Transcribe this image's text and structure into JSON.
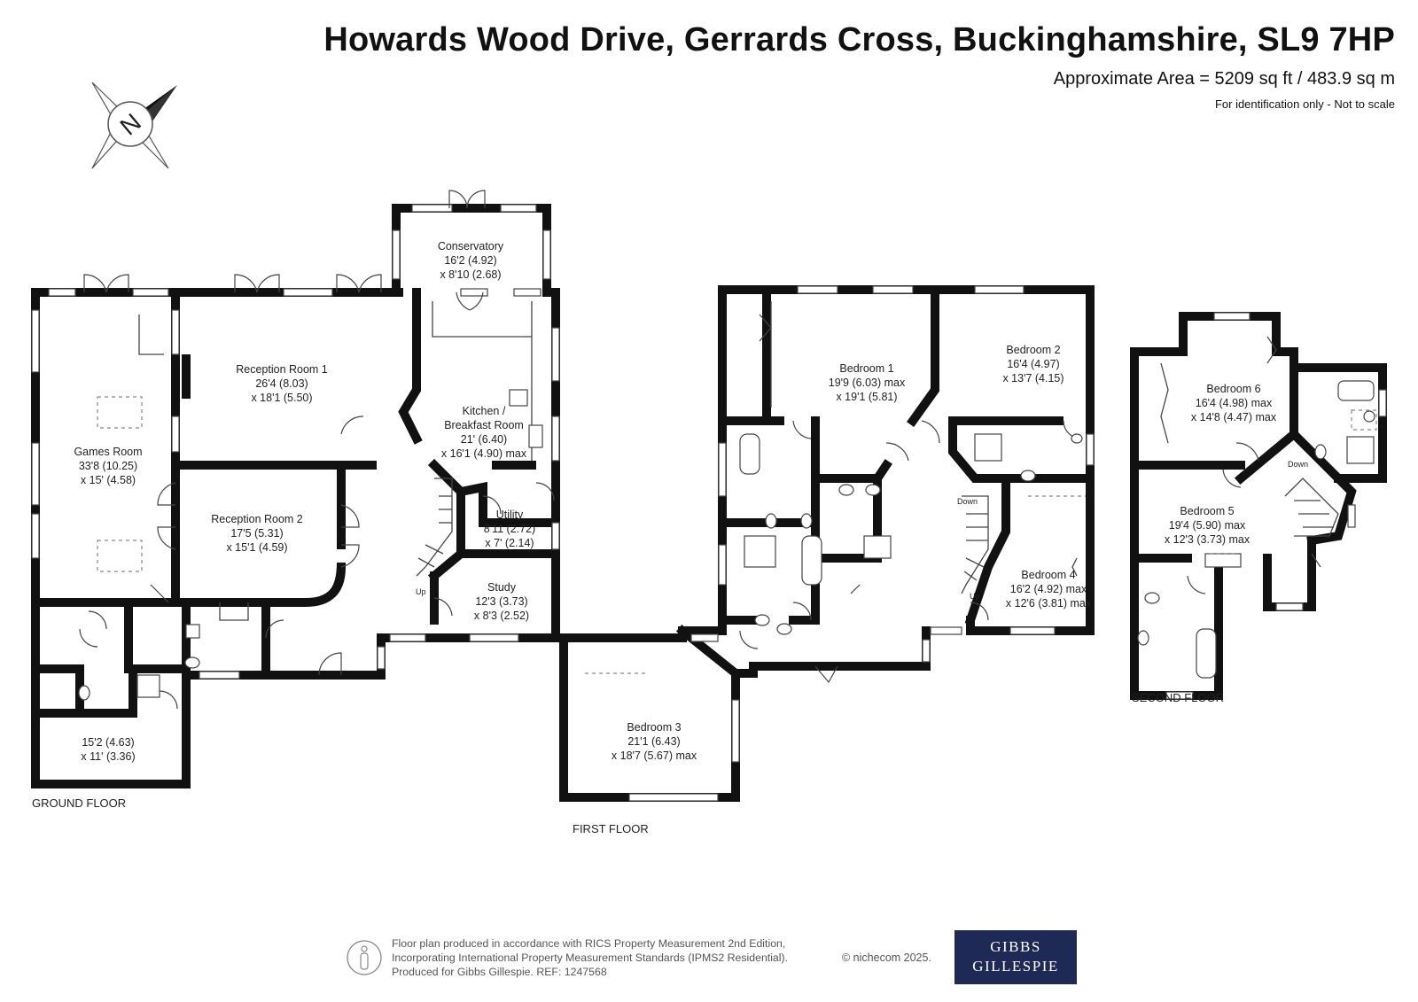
{
  "header": {
    "title": "Howards Wood Drive, Gerrards Cross, Buckinghamshire, SL9 7HP",
    "area": "Approximate Area = 5209 sq ft / 483.9 sq m",
    "note": "For identification only - Not to scale"
  },
  "compass": {
    "letter": "N",
    "icon": "compass-rose-icon"
  },
  "floors": {
    "ground": {
      "label": "GROUND FLOOR",
      "rooms": {
        "games": {
          "name": "Games Room",
          "dim1": "33'8 (10.25)",
          "dim2": "x 15' (4.58)"
        },
        "reception1": {
          "name": "Reception Room 1",
          "dim1": "26'4 (8.03)",
          "dim2": "x 18'1 (5.50)"
        },
        "reception2": {
          "name": "Reception Room 2",
          "dim1": "17'5 (5.31)",
          "dim2": "x 15'1 (4.59)"
        },
        "conservatory": {
          "name": "Conservatory",
          "dim1": "16'2 (4.92)",
          "dim2": "x 8'10 (2.68)"
        },
        "kitchen": {
          "name1": "Kitchen /",
          "name2": "Breakfast Room",
          "dim1": "21' (6.40)",
          "dim2": "x 16'1 (4.90) max"
        },
        "utility": {
          "name": "Utility",
          "dim1": "8'11 (2.72)",
          "dim2": "x 7' (2.14)"
        },
        "study": {
          "name": "Study",
          "dim1": "12'3 (3.73)",
          "dim2": "x 8'3 (2.52)"
        },
        "annex": {
          "dim1": "15'2 (4.63)",
          "dim2": "x 11' (3.36)"
        }
      },
      "stair_label": "Up"
    },
    "first": {
      "label": "FIRST FLOOR",
      "rooms": {
        "bed1": {
          "name": "Bedroom 1",
          "dim1": "19'9 (6.03) max",
          "dim2": "x 19'1 (5.81)"
        },
        "bed2": {
          "name": "Bedroom 2",
          "dim1": "16'4 (4.97)",
          "dim2": "x 13'7 (4.15)"
        },
        "bed3": {
          "name": "Bedroom 3",
          "dim1": "21'1 (6.43)",
          "dim2": "x 18'7 (5.67) max"
        },
        "bed4": {
          "name": "Bedroom 4",
          "dim1": "16'2 (4.92) max",
          "dim2": "x 12'6 (3.81) max"
        }
      },
      "stair_down": "Down",
      "stair_up": "Up"
    },
    "second": {
      "label": "SECOND FLOOR",
      "rooms": {
        "bed5": {
          "name": "Bedroom 5",
          "dim1": "19'4 (5.90) max",
          "dim2": "x 12'3 (3.73) max"
        },
        "bed6": {
          "name": "Bedroom 6",
          "dim1": "16'4 (4.98) max",
          "dim2": "x 14'8 (4.47) max"
        }
      },
      "stair_down": "Down"
    }
  },
  "footer": {
    "line1": "Floor plan produced in accordance with RICS Property Measurement 2nd Edition,",
    "line2": "Incorporating International Property Measurement Standards (IPMS2 Residential).",
    "line3": "Produced for Gibbs Gillespie.   REF:  1247568",
    "copyright": "© nichecom 2025.",
    "person_icon": "person-icon"
  },
  "logo": {
    "line1": "GIBBS",
    "line2": "GILLESPIE",
    "color": "#1e2a55"
  }
}
